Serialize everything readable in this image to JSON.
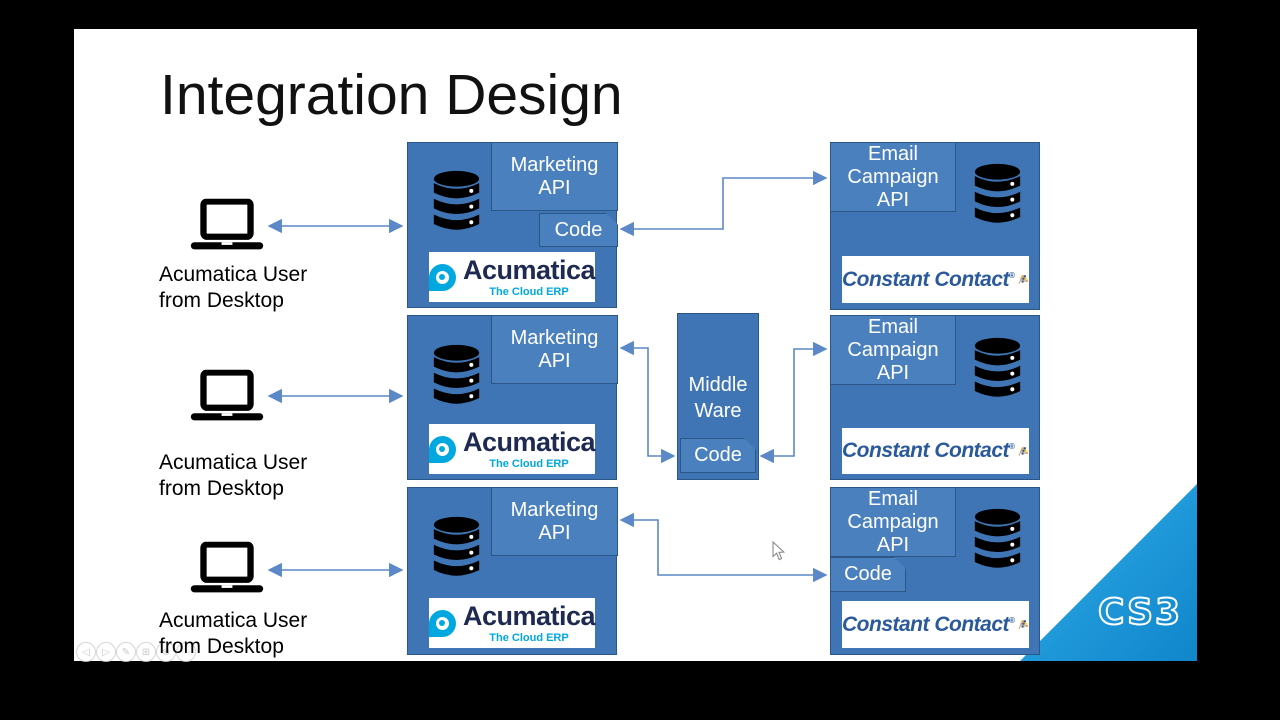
{
  "title": "Integration Design",
  "colors": {
    "box_fill": "#3F75B4",
    "box_inner_fill": "#4B80BF",
    "box_border": "#2A5788",
    "connector": "#5C88C7",
    "acumatica_cyan": "#00A8E0",
    "acumatica_navy": "#1E2A52",
    "constant_contact_navy": "#2A5A9C",
    "cs3_gradient_start": "#45BCEE",
    "cs3_gradient_end": "#1186CB"
  },
  "rows": [
    {
      "user": {
        "line1": "Acumatica User",
        "line2": "from Desktop"
      },
      "left_box": {
        "api_line1": "Marketing",
        "api_line2": "API",
        "code_label": "Code",
        "logo_name": "Acumatica",
        "logo_tagline": "The Cloud ERP"
      },
      "right_box": {
        "api_line1": "Email",
        "api_line2": "Campaign",
        "api_line3": "API",
        "logo_name": "Constant Contact",
        "logo_reg": "®"
      }
    },
    {
      "user": {
        "line1": "Acumatica User",
        "line2": "from Desktop"
      },
      "left_box": {
        "api_line1": "Marketing",
        "api_line2": "API",
        "logo_name": "Acumatica",
        "logo_tagline": "The Cloud ERP"
      },
      "right_box": {
        "api_line1": "Email",
        "api_line2": "Campaign",
        "api_line3": "API",
        "logo_name": "Constant Contact",
        "logo_reg": "®"
      }
    },
    {
      "user": {
        "line1": "Acumatica User",
        "line2": "from Desktop"
      },
      "left_box": {
        "api_line1": "Marketing",
        "api_line2": "API",
        "logo_name": "Acumatica",
        "logo_tagline": "The Cloud ERP"
      },
      "right_box": {
        "api_line1": "Email",
        "api_line2": "Campaign",
        "api_line3": "API",
        "code_label": "Code",
        "logo_name": "Constant Contact",
        "logo_reg": "®"
      }
    }
  ],
  "middleware": {
    "line1": "Middle",
    "line2": "Ware",
    "code_label": "Code"
  },
  "cs3_logo": {
    "text": "CS3"
  },
  "presenter_controls": {
    "items": [
      {
        "name": "previous",
        "glyph": "◁"
      },
      {
        "name": "next",
        "glyph": "▷"
      },
      {
        "name": "pen",
        "glyph": "✎"
      },
      {
        "name": "all-slides",
        "glyph": "⊞"
      },
      {
        "name": "zoom",
        "glyph": "⊕"
      },
      {
        "name": "more",
        "glyph": "⋯"
      }
    ]
  }
}
